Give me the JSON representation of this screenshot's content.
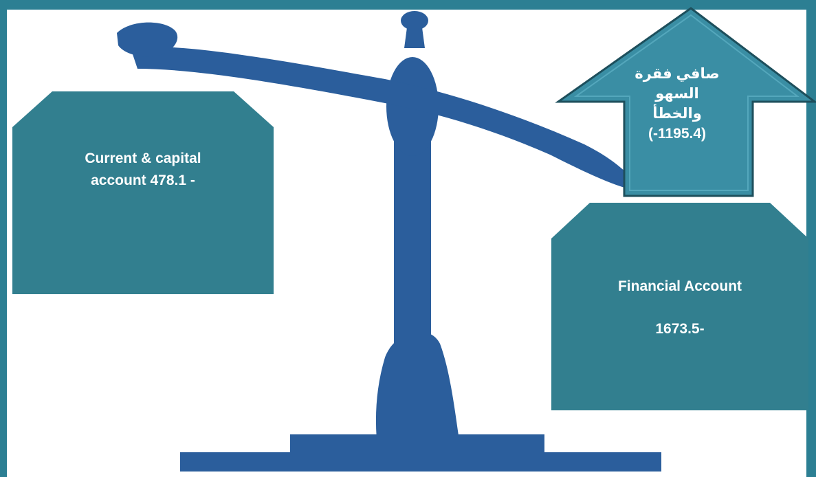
{
  "colors": {
    "border": "#2c7f93",
    "box_fill": "#327f8f",
    "scale_fill": "#2b5e9c",
    "arrow_fill": "#3a8ea4",
    "text": "#ffffff"
  },
  "left_box": {
    "label_line1": "Current & capital",
    "label_line2": "account 478.1 -"
  },
  "right_box": {
    "title": "Financial Account",
    "value": "1673.5-"
  },
  "arrow": {
    "direction": "up",
    "line1": "صافي فقرة",
    "line2": "السهو",
    "line3": "والخطأ",
    "value": "(-1195.4)"
  }
}
